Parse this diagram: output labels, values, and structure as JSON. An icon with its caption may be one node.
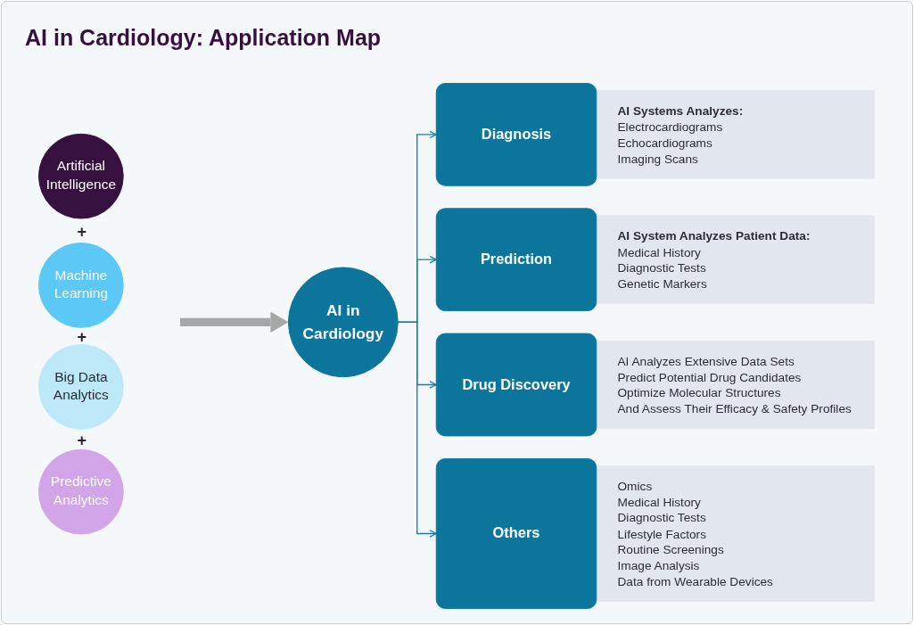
{
  "diagram": {
    "title": "AI in Cardiology: Application Map",
    "nodes": [
      {
        "text": [
          "Artificial Intelligence"
        ]
      },
      {
        "text": [
          "Machine Learning"
        ]
      },
      {
        "text": [
          "Big Data Analytics"
        ]
      },
      {
        "text": [
          "Predictive Analytics"
        ]
      },
      {
        "text": [
          "AI in Cardiology"
        ]
      },
      {
        "text": [
          "Diagnosis"
        ]
      },
      {
        "text": [
          "AI Systems Analyzes:",
          "Electrocardiograms",
          "Echocardiograms",
          "Imaging Scans"
        ]
      },
      {
        "text": [
          "Prediction"
        ]
      },
      {
        "text": [
          "AI System Analyzes Patient Data:",
          "Medical History",
          "Diagnostic Tests",
          "Genetic Markers"
        ]
      },
      {
        "text": [
          "Drug Discovery"
        ]
      },
      {
        "text": [
          "AI Analyzes Extensive Data Sets",
          "Predict Potential Drug Candidates",
          "Optimize Molecular Structures",
          "And Assess Their Efficacy & Safety Profiles"
        ]
      },
      {
        "text": [
          "Others"
        ]
      },
      {
        "text": [
          "Omics",
          "Medical History",
          "Diagnostic Tests",
          "Lifestyle Factors",
          "Routine Screenings",
          "Image Analysis",
          "Data from Wearable Devices"
        ]
      }
    ],
    "edges": [
      {
        "from": null,
        "to": 4,
        "arrow": "to",
        "style": "thick",
        "color": "#a6a6a6"
      },
      {
        "from": 4,
        "to": 5,
        "arrow": "to"
      },
      {
        "from": 4,
        "to": 7,
        "arrow": "to"
      },
      {
        "from": 4,
        "to": 9,
        "arrow": "to"
      },
      {
        "from": 4,
        "to": 11,
        "arrow": "to"
      }
    ],
    "labels": [
      "+",
      "+",
      "+"
    ]
  }
}
